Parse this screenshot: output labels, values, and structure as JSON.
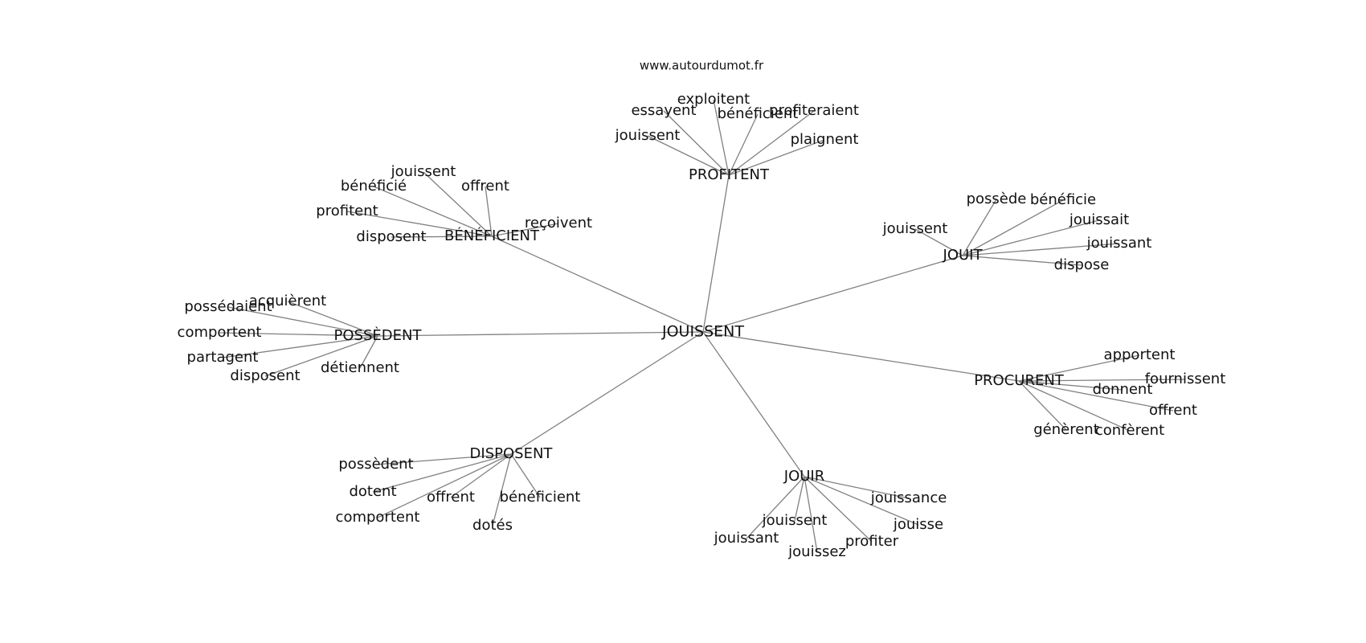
{
  "source": "www.autourdumot.fr",
  "center": "JOUISSENT",
  "clusters": [
    {
      "hub": "PROFITENT",
      "leaves": [
        "exploitent",
        "essayent",
        "bénéficient",
        "profiteraient",
        "jouissent",
        "plaignent"
      ]
    },
    {
      "hub": "BÉNÉFICIENT",
      "leaves": [
        "jouissent",
        "bénéficié",
        "offrent",
        "profitent",
        "reçoivent",
        "disposent"
      ]
    },
    {
      "hub": "JOUIT",
      "leaves": [
        "possède",
        "bénéficie",
        "jouissent",
        "jouissait",
        "jouissant",
        "dispose"
      ]
    },
    {
      "hub": "POSSÈDENT",
      "leaves": [
        "acquièrent",
        "possédaient",
        "comportent",
        "partagent",
        "disposent",
        "détiennent"
      ]
    },
    {
      "hub": "PROCURENT",
      "leaves": [
        "apportent",
        "fournissent",
        "donnent",
        "offrent",
        "génèrent",
        "confèrent"
      ]
    },
    {
      "hub": "DISPOSENT",
      "leaves": [
        "possèdent",
        "dotent",
        "offrent",
        "bénéficient",
        "comportent",
        "dotés"
      ]
    },
    {
      "hub": "JOUIR",
      "leaves": [
        "jouissance",
        "jouissent",
        "jouisse",
        "jouissant",
        "profiter",
        "jouissez"
      ]
    }
  ]
}
